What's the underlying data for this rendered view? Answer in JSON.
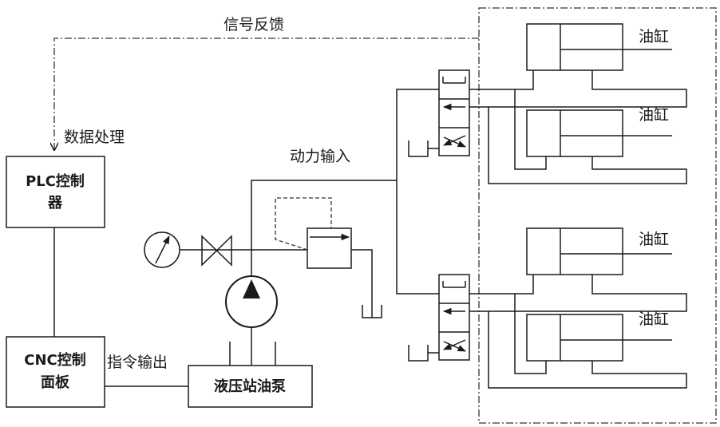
{
  "labels": {
    "signal_feedback": "信号反馈",
    "data_processing": "数据处理",
    "power_input": "动力输入",
    "command_output": "指令输出"
  },
  "blocks": {
    "plc_line1": "PLC控制",
    "plc_line2": "器",
    "cnc_line1": "CNC控制",
    "cnc_line2": "面板",
    "pump_station": "液压站油泵"
  },
  "cylinders": [
    "油缸",
    "油缸",
    "油缸",
    "油缸"
  ]
}
